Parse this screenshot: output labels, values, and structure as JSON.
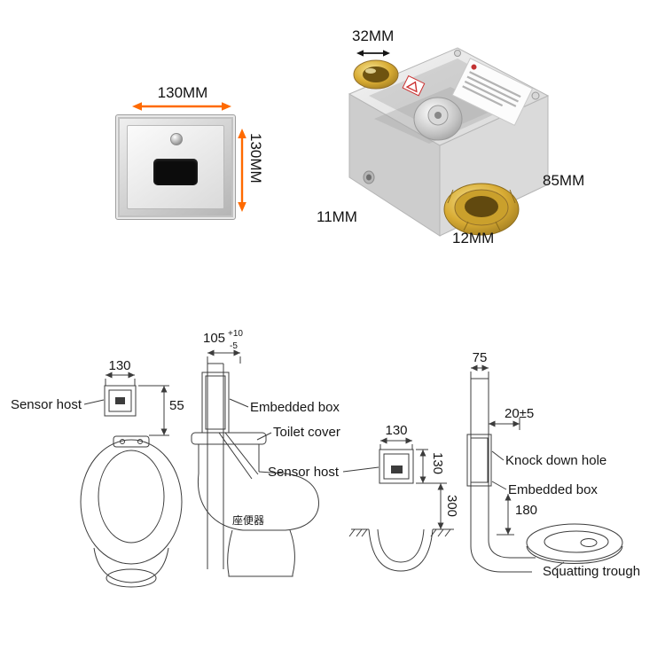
{
  "colors": {
    "accent_orange": "#ff6a00",
    "diagram_line": "#3c3c3c",
    "text": "#161616",
    "brass": "#c9a227"
  },
  "panel_figure": {
    "width_label": "130MM",
    "height_label": "130MM"
  },
  "valve_figure": {
    "top_dim": "32MM",
    "right_dim": "85MM",
    "bottom_left_dim": "11MM",
    "bottom_center_dim": "12MM"
  },
  "toilet_install": {
    "sensor_width_dim": "130",
    "drop_dim": "55",
    "sensor_host_label": "Sensor host",
    "recess_dim": "105",
    "recess_tol_plus": "+10",
    "recess_tol_minus": "-5",
    "embedded_box_label": "Embedded box",
    "toilet_cover_label": "Toilet cover",
    "toilet_cn_label": "座便器"
  },
  "squat_install": {
    "sensor_host_label": "Sensor host",
    "sensor_width_dim": "130",
    "sensor_height_dim": "130",
    "mount_height_dim": "300",
    "wall_dim": "75",
    "offset_dim": "20±5",
    "knock_down_hole_label": "Knock down hole",
    "embedded_box_label": "Embedded box",
    "drop_dim": "180",
    "squatting_trough_label": "Squatting trough"
  }
}
